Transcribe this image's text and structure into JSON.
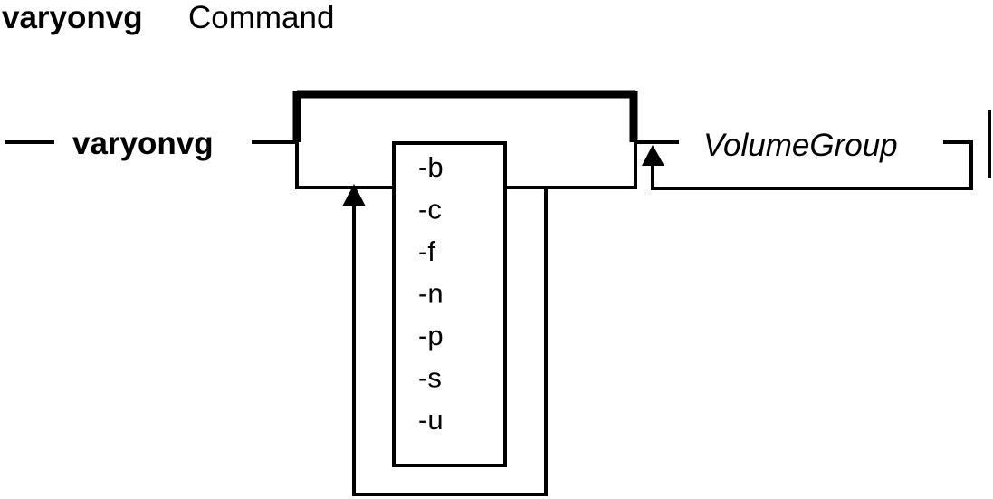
{
  "title": {
    "command": "varyonvg",
    "word": "Command"
  },
  "syntax": {
    "command": "varyonvg",
    "flags": [
      "-b",
      "-c",
      "-f",
      "-n",
      "-p",
      "-s",
      "-u"
    ],
    "argument": "VolumeGroup"
  }
}
